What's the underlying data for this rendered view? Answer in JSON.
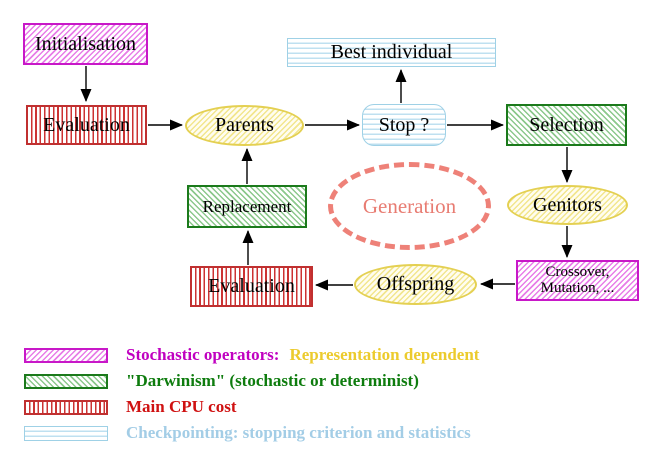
{
  "nodes": {
    "initialisation": {
      "label": "Initialisation"
    },
    "evaluation_top": {
      "label": "Evaluation"
    },
    "parents": {
      "label": "Parents"
    },
    "best_individual": {
      "label": "Best individual"
    },
    "stop": {
      "label": "Stop ?"
    },
    "selection": {
      "label": "Selection"
    },
    "genitors": {
      "label": "Genitors"
    },
    "crossover": {
      "line1": "Crossover,",
      "line2": "Mutation, ..."
    },
    "offspring": {
      "label": "Offspring"
    },
    "evaluation_bottom": {
      "label": "Evaluation"
    },
    "replacement": {
      "label": "Replacement"
    },
    "generation": {
      "label": "Generation"
    }
  },
  "legend": {
    "items": [
      {
        "name": "stochastic-operators",
        "text": "Stochastic operators:",
        "text2": "Representation dependent"
      },
      {
        "name": "darwinism",
        "text": "\"Darwinism\" (stochastic or determinist)"
      },
      {
        "name": "main-cpu-cost",
        "text": "Main CPU cost"
      },
      {
        "name": "checkpointing",
        "text": "Checkpointing: stopping criterion and statistics"
      }
    ]
  },
  "colors": {
    "magenta": "#c818c8",
    "green": "#1b7a1b",
    "red": "#cc3333",
    "light_blue": "#9fd1e6",
    "yellow_gold": "#e4d052",
    "salmon": "#ee8178",
    "legend_text_magenta": "#c000c0",
    "legend_text_gold": "#eccb2d",
    "legend_text_green": "#0e7c0e",
    "legend_text_red": "#cf1111",
    "legend_text_blue": "#a3cde6",
    "node_text": "#000000",
    "background": "#ffffff"
  }
}
